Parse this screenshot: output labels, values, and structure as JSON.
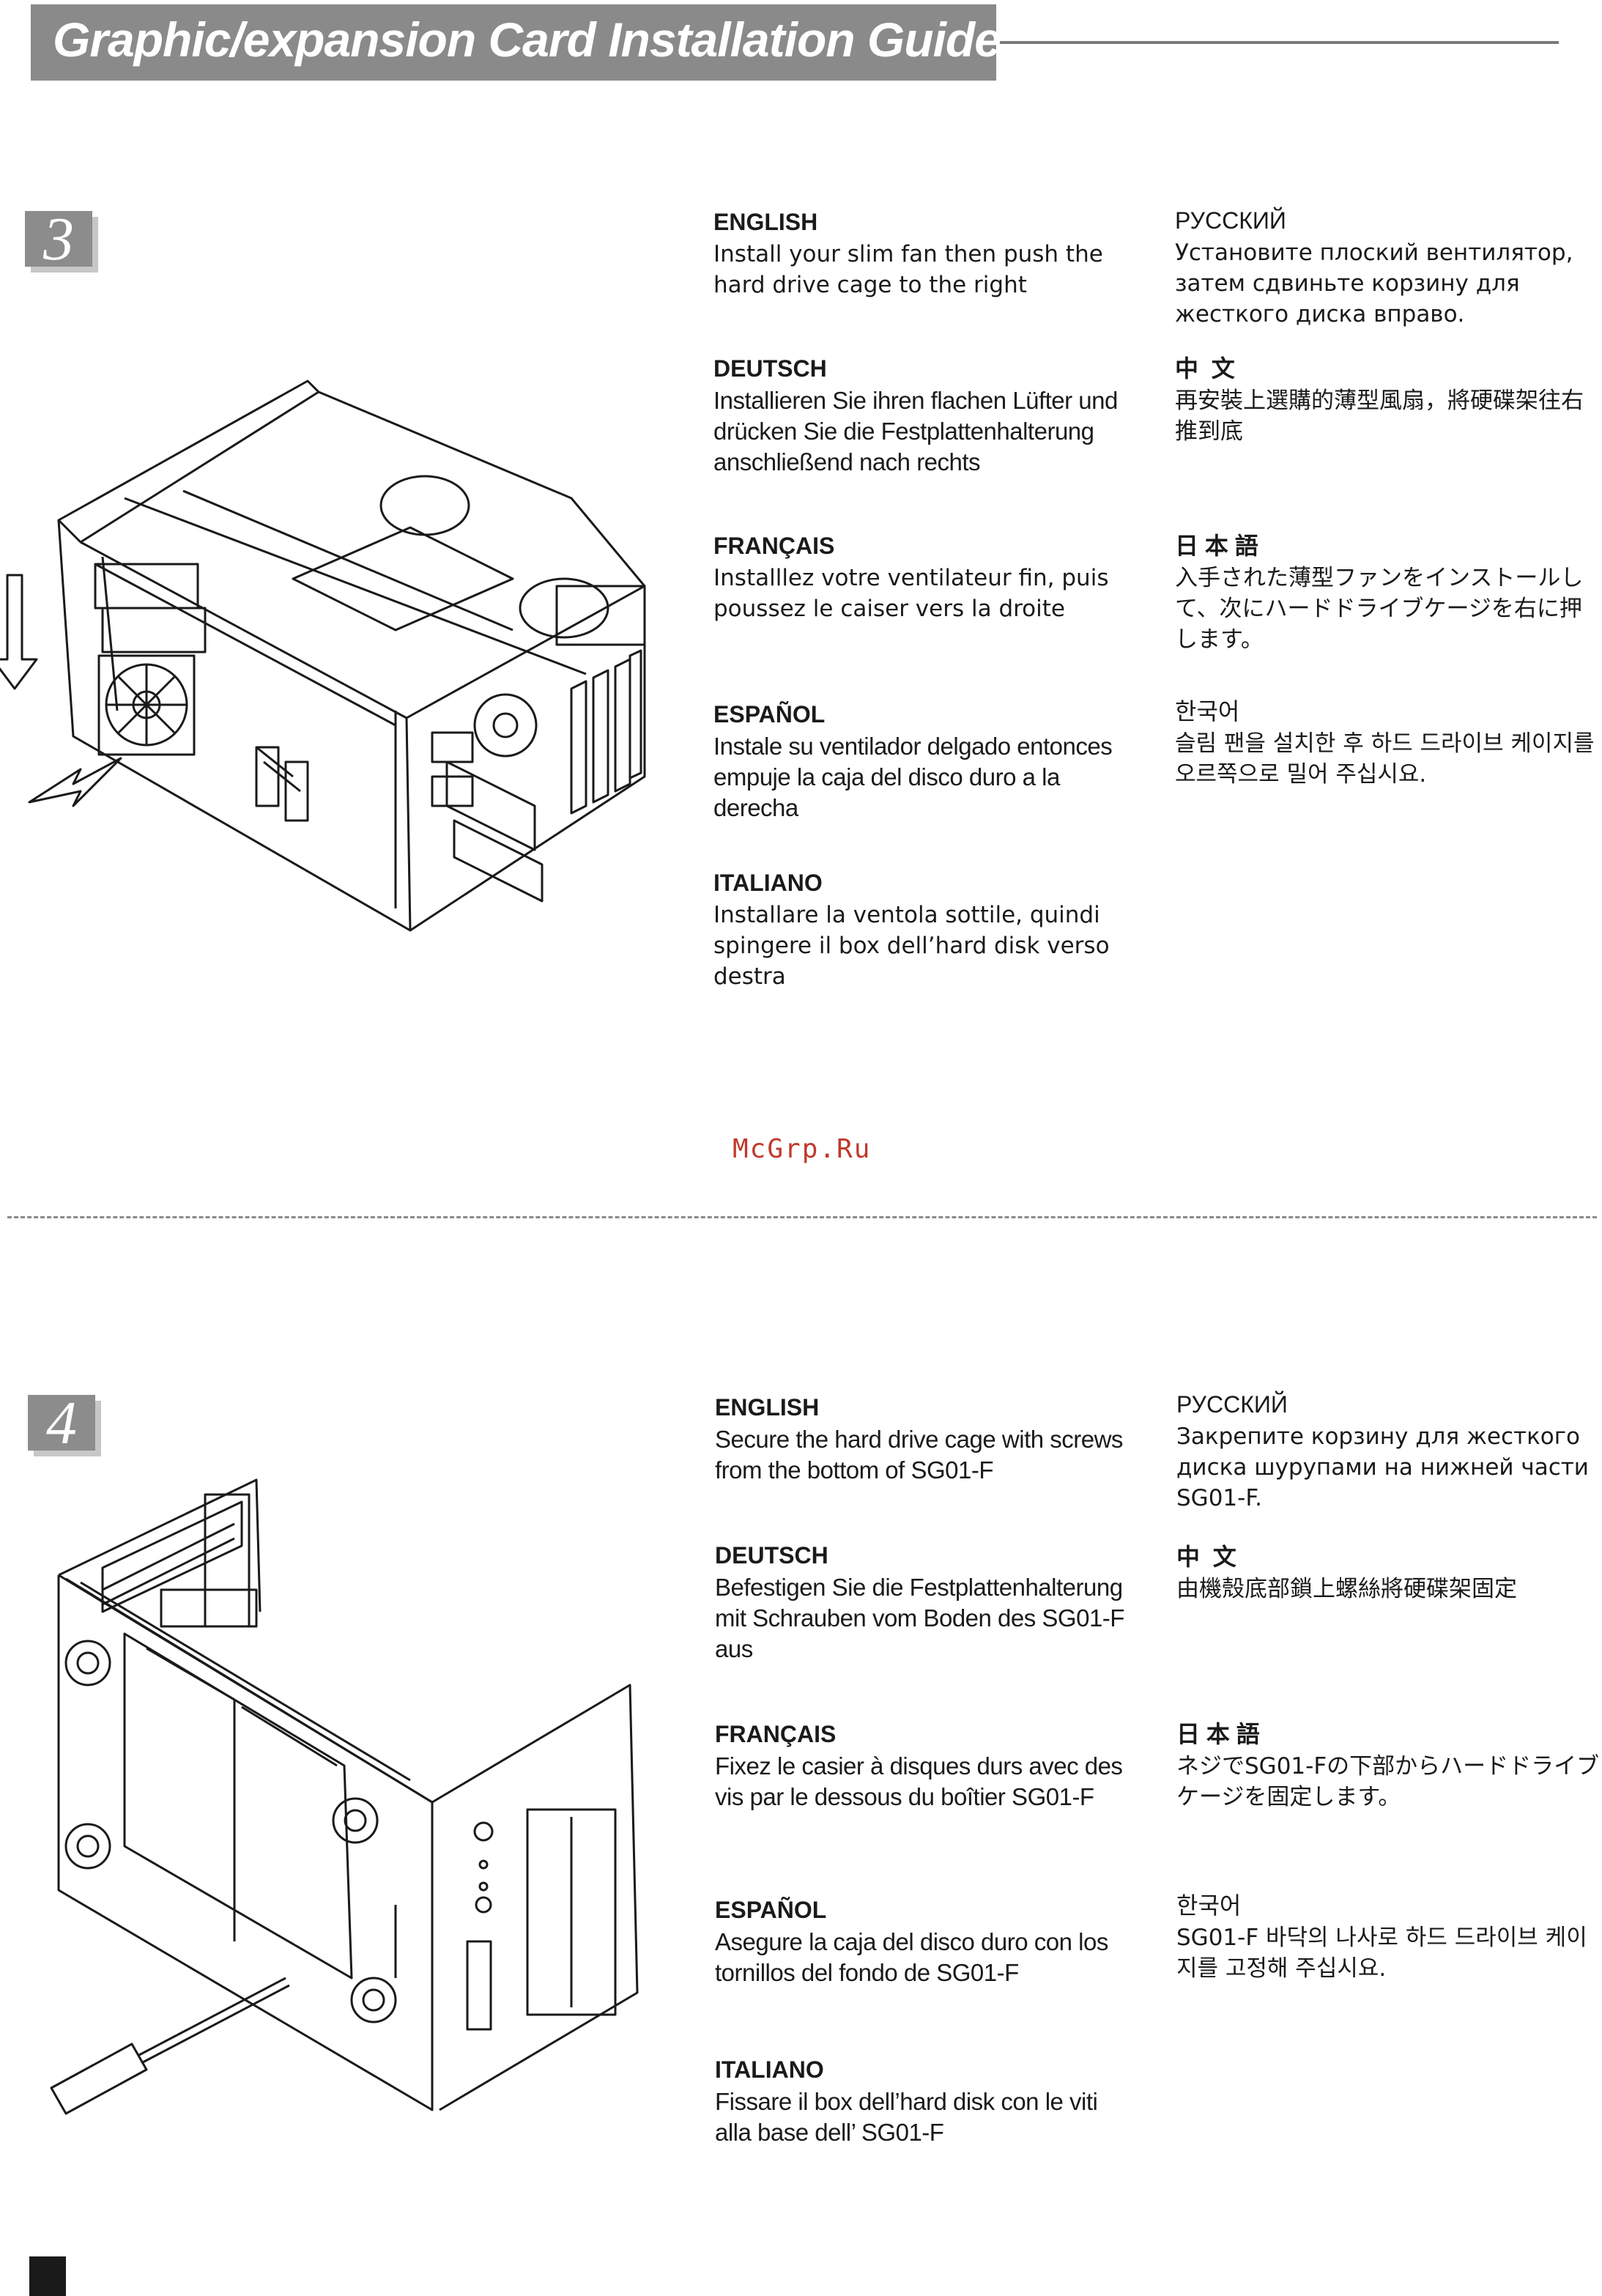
{
  "header": {
    "title": "Graphic/expansion Card Installation Guide"
  },
  "watermark": "McGrp.Ru",
  "steps": [
    {
      "number": "3",
      "languages": {
        "english": {
          "title": "ENGLISH",
          "text": "Install your slim fan then push the hard drive cage to the right"
        },
        "deutsch": {
          "title": "DEUTSCH",
          "text": "Installieren Sie ihren flachen Lüfter und drücken Sie die Festplattenhalterung anschließend nach rechts"
        },
        "francais": {
          "title": "FRANÇAIS",
          "text": "Installlez votre ventilateur fin, puis poussez le caiser vers la droite"
        },
        "espanol": {
          "title": "ESPAÑOL",
          "text": "Instale su ventilador delgado entonces empuje la caja del disco duro a la derecha"
        },
        "italiano": {
          "title": "ITALIANO",
          "text": "Installare la ventola sottile, quindi spingere il box dell’hard disk verso destra"
        },
        "russian": {
          "title": "РУССКИЙ",
          "text": "Установите плоский вентилятор, затем сдвиньте корзину для жесткого диска вправо."
        },
        "chinese": {
          "title": "中  文",
          "text": "再安裝上選購的薄型風扇，將硬碟架往右推到底"
        },
        "japanese": {
          "title": "日 本 語",
          "text": "入手された薄型ファンをインストールして、次にハードドライブケージを右に押します。"
        },
        "korean": {
          "title": "한국어",
          "text": "슬림 팬을 설치한 후 하드 드라이브 케이지를 오르쪽으로 밀어 주십시요."
        }
      }
    },
    {
      "number": "4",
      "languages": {
        "english": {
          "title": "ENGLISH",
          "text": "Secure the hard drive cage with screws from the bottom of SG01-F"
        },
        "deutsch": {
          "title": "DEUTSCH",
          "text": "Befestigen Sie die Festplattenhalterung mit Schrauben vom Boden des SG01-F aus"
        },
        "francais": {
          "title": "FRANÇAIS",
          "text": "Fixez le casier à disques durs avec des vis par le dessous du boîtier SG01-F"
        },
        "espanol": {
          "title": "ESPAÑOL",
          "text": "Asegure la caja del disco duro con los tornillos del fondo de SG01-F"
        },
        "italiano": {
          "title": "ITALIANO",
          "text": "Fissare il box dell’hard disk con le viti alla base dell’ SG01-F"
        },
        "russian": {
          "title": "РУССКИЙ",
          "text": "Закрепите корзину для жесткого диска шурупами на нижней части SG01-F."
        },
        "chinese": {
          "title": "中  文",
          "text": "由機殼底部鎖上螺絲將硬碟架固定"
        },
        "japanese": {
          "title": "日 本 語",
          "text": "ネジでSG01-Fの下部からハードドライブケージを固定します。"
        },
        "korean": {
          "title": "한국어",
          "text": "SG01-F 바닥의 나사로 하드 드라이브 케이지를 고정해 주십시요."
        }
      }
    }
  ]
}
